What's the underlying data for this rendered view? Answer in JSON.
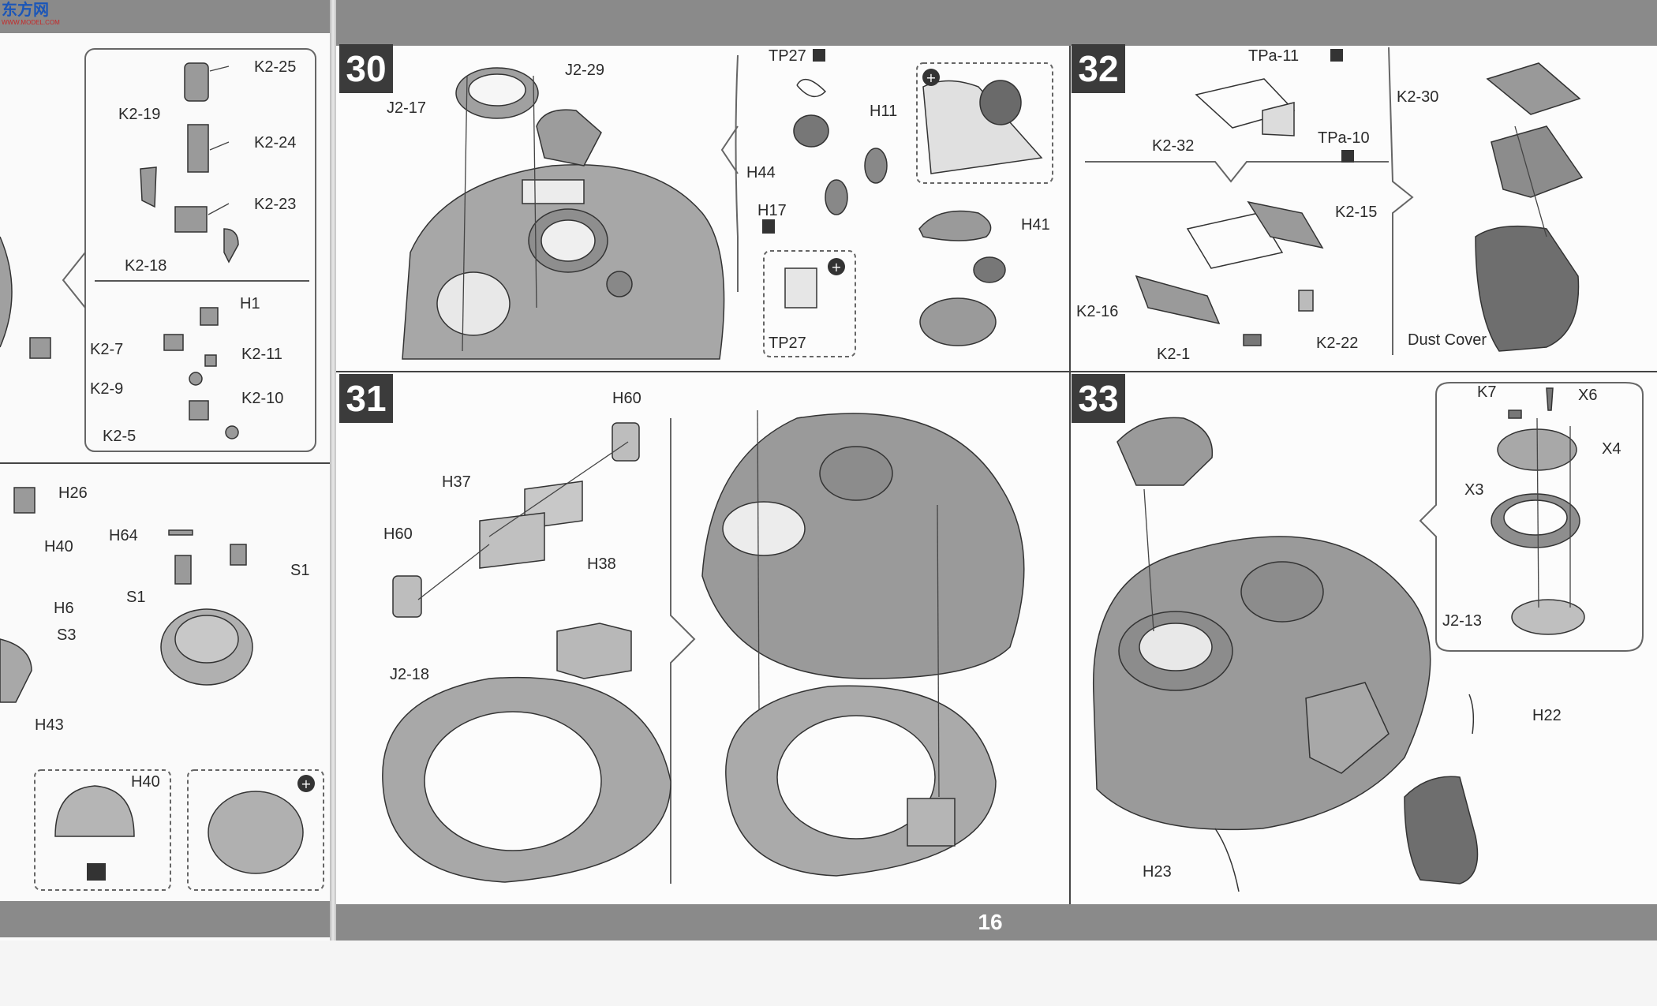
{
  "logo": {
    "text": "东方网",
    "sub": "WWW.MODEL.COM"
  },
  "page_number": "16",
  "steps": {
    "s30": "30",
    "s31": "31",
    "s32": "32",
    "s33": "33"
  },
  "prev_steps": {
    "top": {
      "labels": [
        "K2-25",
        "K2-19",
        "K2-24",
        "K2-23",
        "K2-18"
      ]
    },
    "mid": {
      "labels": [
        "H1",
        "K2-7",
        "K2-11",
        "K2-9",
        "K2-10",
        "K2-5"
      ]
    },
    "bottom": {
      "labels": [
        "H26",
        "H40",
        "H64",
        "S1",
        "S1",
        "H6",
        "S3",
        "H43",
        "H40"
      ]
    }
  },
  "step30": {
    "labels": [
      "J2-29",
      "J2-17",
      "TP27",
      "H11",
      "H44",
      "H17",
      "TP27",
      "H41"
    ]
  },
  "step31": {
    "labels": [
      "H60",
      "H37",
      "H60",
      "H38",
      "J2-18"
    ]
  },
  "step32": {
    "labels": [
      "TPa-11",
      "K2-32",
      "TPa-10",
      "K2-30",
      "K2-15",
      "K2-16",
      "K2-22",
      "K2-1",
      "Dust Cover"
    ]
  },
  "step33": {
    "labels": [
      "K7",
      "X6",
      "X4",
      "X3",
      "J2-13",
      "H22",
      "H23"
    ]
  },
  "icons": [
    "zoom-icon",
    "photo-etch-icon",
    "decal-icon",
    "glue-icon"
  ],
  "colors": {
    "bar": "#8a8a8a",
    "badge": "#3b3b3b",
    "part": "#9a9a9a",
    "sprue_ring": "#a8a8a8"
  }
}
